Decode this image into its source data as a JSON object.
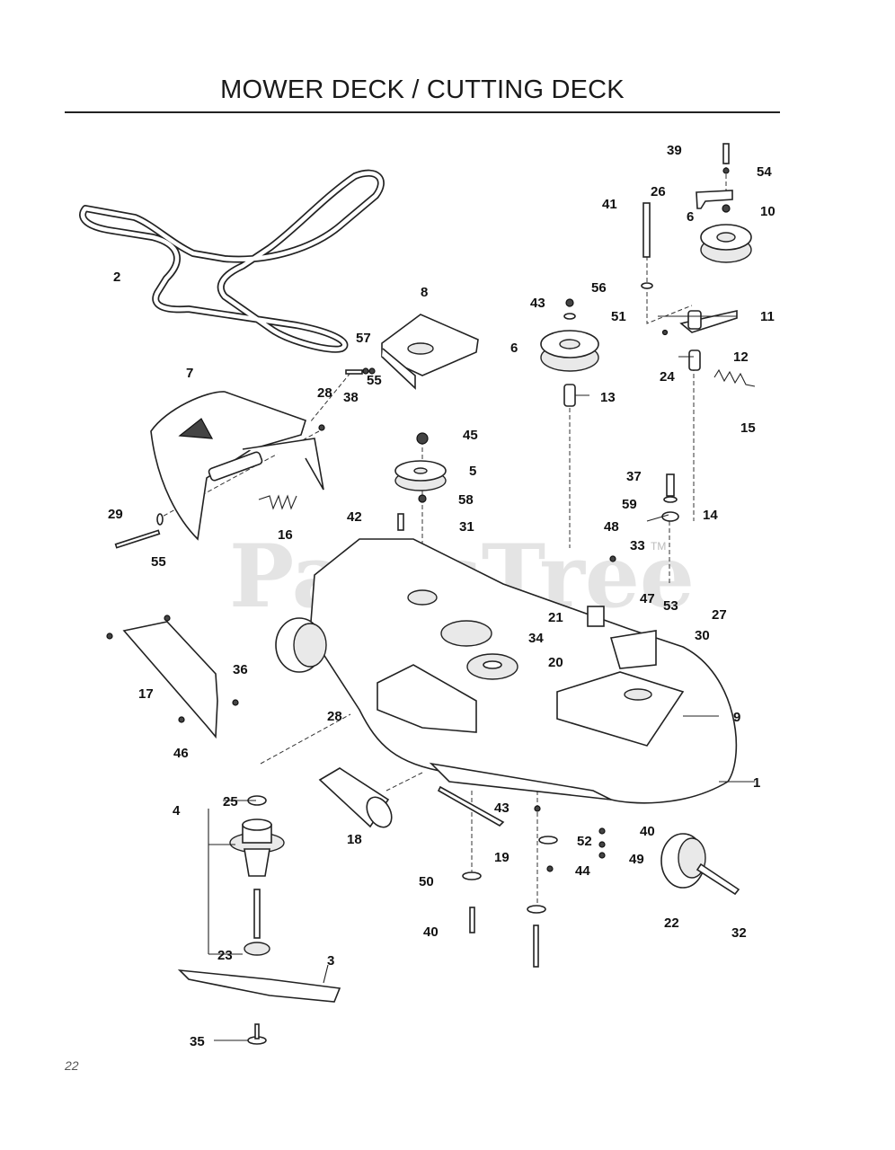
{
  "page": {
    "title": "MOWER DECK / CUTTING DECK",
    "page_number": "22",
    "watermark": "PartsTree",
    "watermark_tm": "TM"
  },
  "callouts": [
    {
      "id": "39",
      "label": "39"
    },
    {
      "id": "54",
      "label": "54"
    },
    {
      "id": "26",
      "label": "26"
    },
    {
      "id": "10",
      "label": "10"
    },
    {
      "id": "41",
      "label": "41"
    },
    {
      "id": "6a",
      "label": "6"
    },
    {
      "id": "2",
      "label": "2"
    },
    {
      "id": "8",
      "label": "8"
    },
    {
      "id": "43a",
      "label": "43"
    },
    {
      "id": "51",
      "label": "51"
    },
    {
      "id": "56",
      "label": "56"
    },
    {
      "id": "11",
      "label": "11"
    },
    {
      "id": "57",
      "label": "57"
    },
    {
      "id": "6b",
      "label": "6"
    },
    {
      "id": "12",
      "label": "12"
    },
    {
      "id": "24",
      "label": "24"
    },
    {
      "id": "7",
      "label": "7"
    },
    {
      "id": "28a",
      "label": "28"
    },
    {
      "id": "55a",
      "label": "55"
    },
    {
      "id": "38",
      "label": "38"
    },
    {
      "id": "13",
      "label": "13"
    },
    {
      "id": "15",
      "label": "15"
    },
    {
      "id": "45",
      "label": "45"
    },
    {
      "id": "5",
      "label": "5"
    },
    {
      "id": "37",
      "label": "37"
    },
    {
      "id": "58",
      "label": "58"
    },
    {
      "id": "59",
      "label": "59"
    },
    {
      "id": "29",
      "label": "29"
    },
    {
      "id": "42",
      "label": "42"
    },
    {
      "id": "14",
      "label": "14"
    },
    {
      "id": "31",
      "label": "31"
    },
    {
      "id": "48",
      "label": "48"
    },
    {
      "id": "16",
      "label": "16"
    },
    {
      "id": "55b",
      "label": "55"
    },
    {
      "id": "33",
      "label": "33"
    },
    {
      "id": "47",
      "label": "47"
    },
    {
      "id": "53",
      "label": "53"
    },
    {
      "id": "27",
      "label": "27"
    },
    {
      "id": "21",
      "label": "21"
    },
    {
      "id": "34",
      "label": "34"
    },
    {
      "id": "30",
      "label": "30"
    },
    {
      "id": "17",
      "label": "17"
    },
    {
      "id": "36",
      "label": "36"
    },
    {
      "id": "20",
      "label": "20"
    },
    {
      "id": "9",
      "label": "9"
    },
    {
      "id": "46",
      "label": "46"
    },
    {
      "id": "28b",
      "label": "28"
    },
    {
      "id": "1",
      "label": "1"
    },
    {
      "id": "25",
      "label": "25"
    },
    {
      "id": "4",
      "label": "4"
    },
    {
      "id": "18",
      "label": "18"
    },
    {
      "id": "43b",
      "label": "43"
    },
    {
      "id": "40a",
      "label": "40"
    },
    {
      "id": "52",
      "label": "52"
    },
    {
      "id": "19",
      "label": "19"
    },
    {
      "id": "49",
      "label": "49"
    },
    {
      "id": "44",
      "label": "44"
    },
    {
      "id": "50",
      "label": "50"
    },
    {
      "id": "22",
      "label": "22"
    },
    {
      "id": "32",
      "label": "32"
    },
    {
      "id": "40b",
      "label": "40"
    },
    {
      "id": "23",
      "label": "23"
    },
    {
      "id": "3",
      "label": "3"
    },
    {
      "id": "35",
      "label": "35"
    }
  ]
}
